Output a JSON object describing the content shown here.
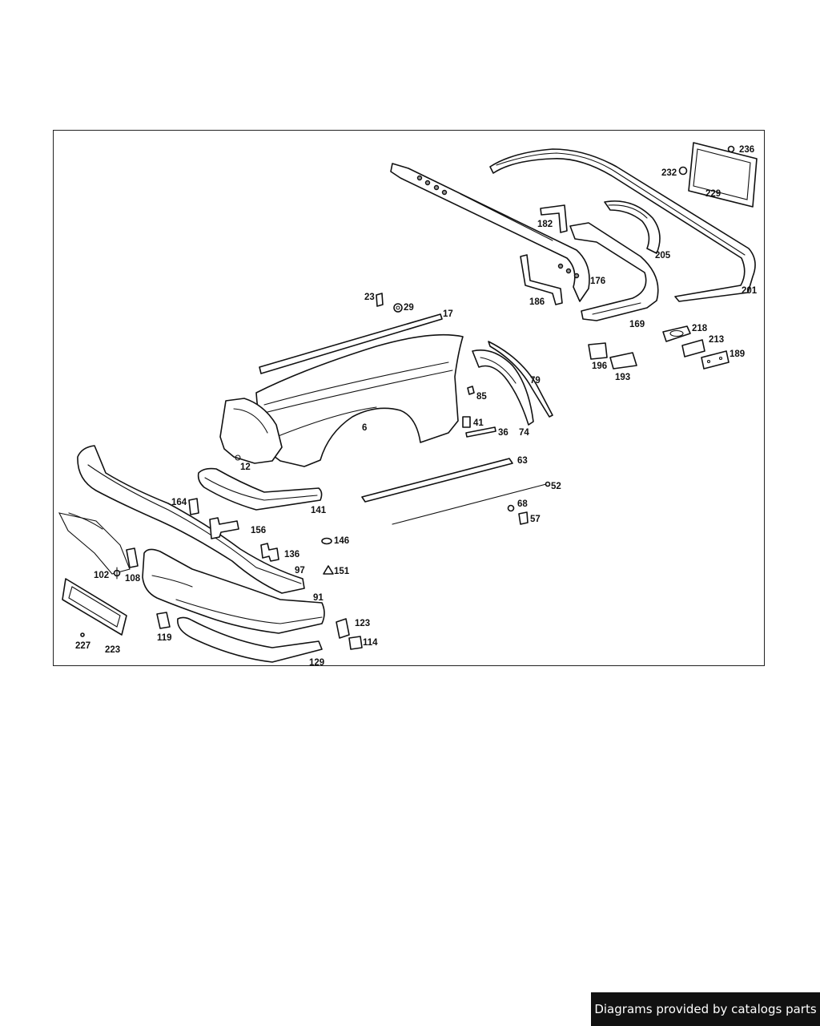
{
  "labels": {
    "l236": "236",
    "l232": "232",
    "l229": "229",
    "l182": "182",
    "l205": "205",
    "l176": "176",
    "l186": "186",
    "l201": "201",
    "l169": "169",
    "l23": "23",
    "l29": "29",
    "l17": "17",
    "l218": "218",
    "l213": "213",
    "l189": "189",
    "l196": "196",
    "l193": "193",
    "l79": "79",
    "l85": "85",
    "l41": "41",
    "l36": "36",
    "l74": "74",
    "l6": "6",
    "l12": "12",
    "l63": "63",
    "l52": "52",
    "l68": "68",
    "l57": "57",
    "l164": "164",
    "l156": "156",
    "l141": "141",
    "l146": "146",
    "l136": "136",
    "l102": "102",
    "l108": "108",
    "l97": "97",
    "l151": "151",
    "l91": "91",
    "l123": "123",
    "l114": "114",
    "l119": "119",
    "l227": "227",
    "l223": "223",
    "l129": "129"
  },
  "credit": "Diagrams provided by catalogs parts"
}
